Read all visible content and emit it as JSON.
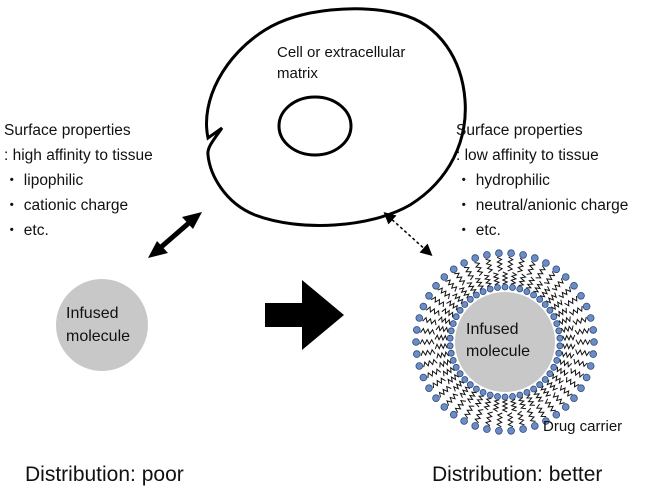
{
  "cell": {
    "label_line1": "Cell or extracellular",
    "label_line2": "matrix"
  },
  "left": {
    "heading": "Surface properties",
    "affinity": " : high affinity to tissue",
    "items": [
      "・ lipophilic",
      "・ cationic charge",
      "・ etc."
    ],
    "molecule_line1": "Infused",
    "molecule_line2": "molecule",
    "distribution": "Distribution: poor"
  },
  "right": {
    "heading": "Surface properties",
    "affinity": " : low affinity to tissue",
    "items": [
      "・ hydrophilic",
      "・ neutral/anionic charge",
      "・ etc."
    ],
    "molecule_line1": "Infused",
    "molecule_line2": "molecule",
    "carrier_label": "Drug carrier",
    "distribution": "Distribution: better"
  },
  "colors": {
    "molecule_fill": "#c8c8c8",
    "lipid_head": "#6b8cc4",
    "lipid_head_stroke": "#2e4a7a",
    "arrow": "#000000"
  }
}
